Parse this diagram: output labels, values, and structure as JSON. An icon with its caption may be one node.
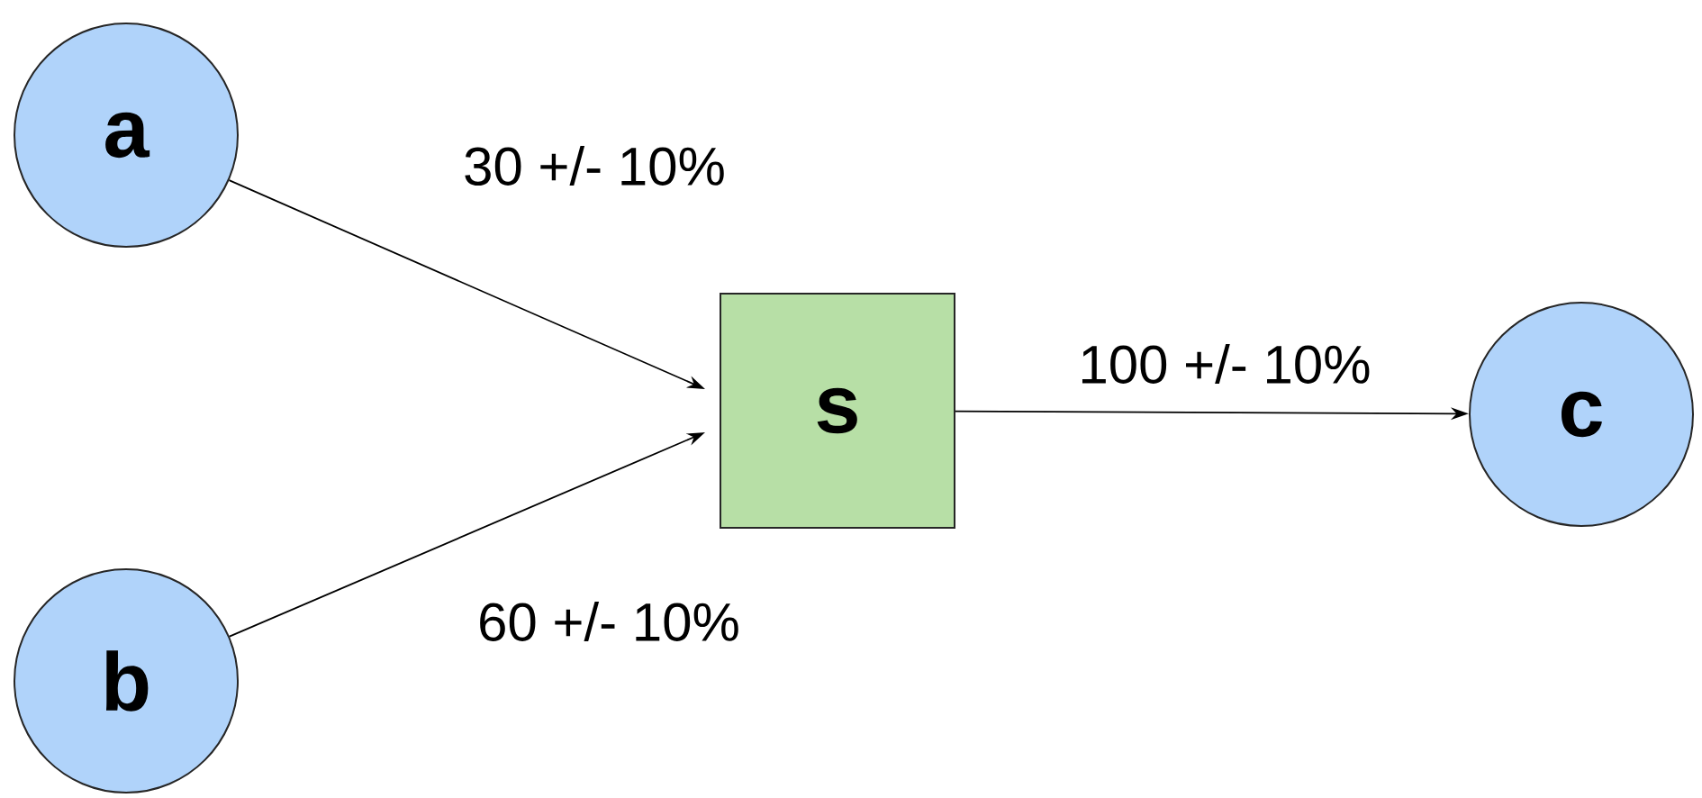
{
  "diagram": {
    "nodes": [
      {
        "text": [
          "a"
        ]
      },
      {
        "text": [
          "b"
        ]
      },
      {
        "text": [
          "s"
        ]
      },
      {
        "text": [
          "c"
        ]
      }
    ],
    "edges": [
      {
        "from": 0,
        "to": 2,
        "arrow": "to",
        "label": "30 +/- 10%"
      },
      {
        "from": 1,
        "to": 2,
        "arrow": "to",
        "label": "60 +/- 10%"
      },
      {
        "from": 2,
        "to": 3,
        "arrow": "to",
        "label": "100 +/- 10%"
      }
    ]
  }
}
